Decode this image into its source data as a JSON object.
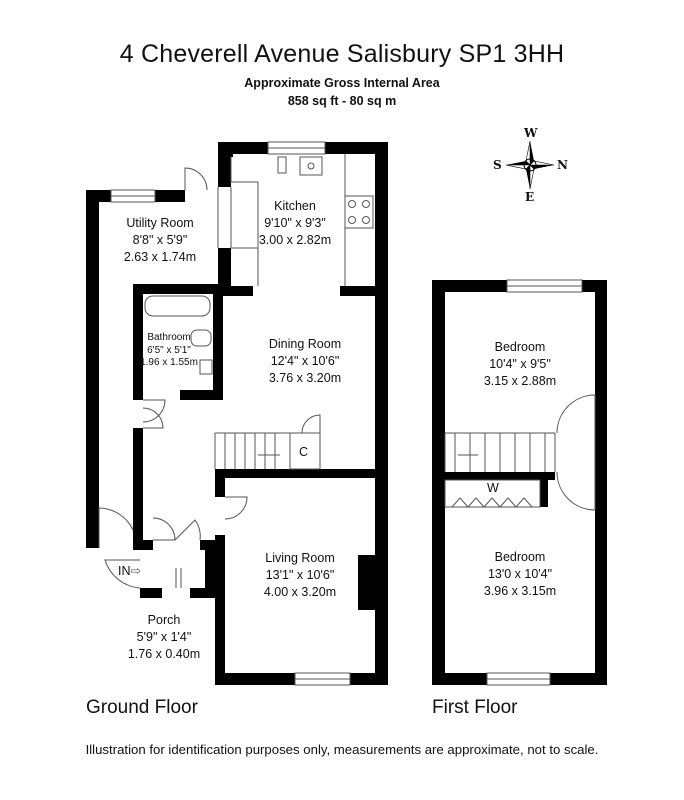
{
  "header": {
    "title": "4 Cheverell Avenue Salisbury SP1 3HH",
    "area_label": "Approximate Gross Internal Area",
    "area_value": "858 sq ft - 80 sq m"
  },
  "compass": {
    "n": "W",
    "e": "N",
    "s": "E",
    "w": "S"
  },
  "ground_floor": {
    "label": "Ground Floor",
    "entrance_label": "IN",
    "cupboard_label": "C",
    "rooms": [
      {
        "name": "Kitchen",
        "imperial": "9'10\" x 9'3\"",
        "metric": "3.00 x 2.82m"
      },
      {
        "name": "Utility Room",
        "imperial": "8'8\" x 5'9\"",
        "metric": "2.63 x 1.74m"
      },
      {
        "name": "Bathroom",
        "imperial": "6'5\" x 5'1\"",
        "metric": "1.96 x 1.55m"
      },
      {
        "name": "Dining Room",
        "imperial": "12'4\" x 10'6\"",
        "metric": "3.76 x 3.20m"
      },
      {
        "name": "Living Room",
        "imperial": "13'1\" x 10'6\"",
        "metric": "4.00 x 3.20m"
      },
      {
        "name": "Porch",
        "imperial": "5'9\" x 1'4\"",
        "metric": "1.76 x 0.40m"
      }
    ]
  },
  "first_floor": {
    "label": "First Floor",
    "wardrobe_label": "W",
    "rooms": [
      {
        "name": "Bedroom",
        "imperial": "10'4\" x 9'5\"",
        "metric": "3.15 x 2.88m"
      },
      {
        "name": "Bedroom",
        "imperial": "13'0 x 10'4\"",
        "metric": "3.96 x 3.15m"
      }
    ]
  },
  "footer": {
    "disclaimer": "Illustration for identification purposes only, measurements are approximate, not to scale."
  },
  "colors": {
    "wall": "#000000",
    "line": "#555555",
    "background": "#ffffff"
  }
}
